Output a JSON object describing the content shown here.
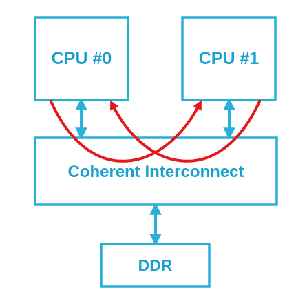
{
  "colors": {
    "box_stroke": "#29afd5",
    "text": "#1aa1cf",
    "arrow_blue": "#2bb1d6",
    "arrow_red": "#e31a1c",
    "background": "#ffffff"
  },
  "diagram": {
    "cpu0_label": "CPU #0",
    "cpu1_label": "CPU #1",
    "interconnect_label": "Coherent Interconnect",
    "ddr_label": "DDR"
  }
}
